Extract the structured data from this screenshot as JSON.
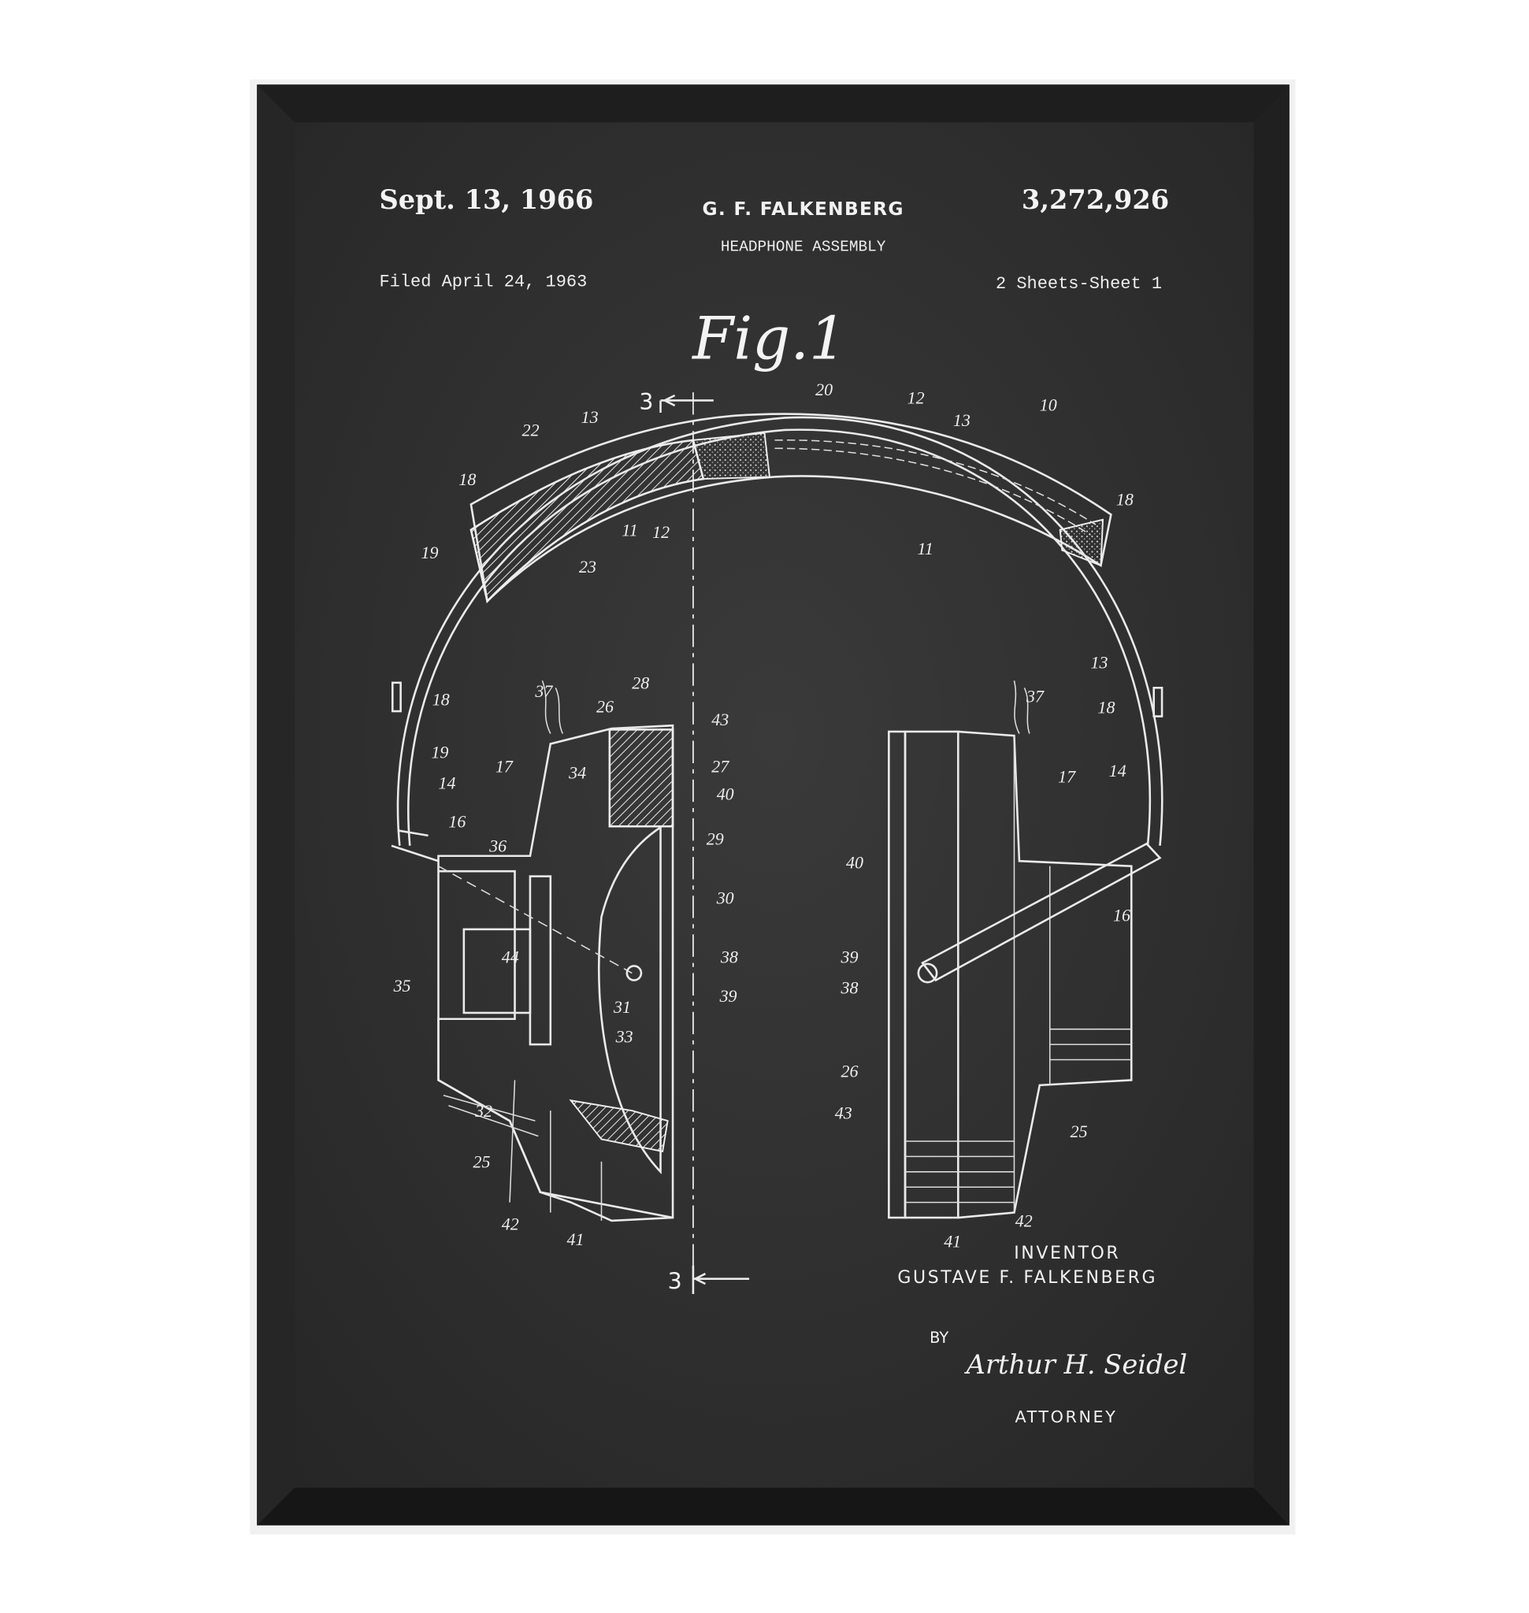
{
  "poster": {
    "date": "Sept. 13, 1966",
    "inventor_short": "G. F. FALKENBERG",
    "patent_number": "3,272,926",
    "title": "HEADPHONE ASSEMBLY",
    "filed": "Filed April 24, 1963",
    "sheets": "2 Sheets-Sheet 1",
    "figure": "Fig.1",
    "section_marker": "3",
    "inventor_heading": "INVENTOR",
    "inventor_name": "GUSTAVE F. FALKENBERG",
    "by": "BY",
    "signature": "Arthur H. Seidel",
    "attorney": "ATTORNEY"
  },
  "part_labels": [
    "20",
    "12",
    "13",
    "10",
    "22",
    "13",
    "18",
    "11",
    "12",
    "18",
    "11",
    "19",
    "23",
    "13",
    "18",
    "37",
    "26",
    "28",
    "43",
    "37",
    "18",
    "19",
    "14",
    "17",
    "34",
    "27",
    "40",
    "17",
    "14",
    "16",
    "36",
    "29",
    "40",
    "30",
    "16",
    "44",
    "38",
    "39",
    "35",
    "39",
    "38",
    "31",
    "33",
    "26",
    "32",
    "43",
    "25",
    "25",
    "42",
    "41",
    "42",
    "41"
  ],
  "colors": {
    "board": "#2e2e2e",
    "frame": "#151515",
    "chalk": "#f0f0f0",
    "wall": "#ffffff"
  }
}
